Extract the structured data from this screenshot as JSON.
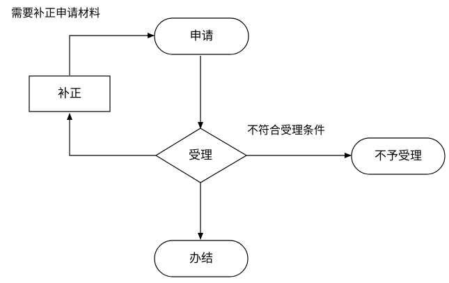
{
  "diagram": {
    "nodes": {
      "apply": {
        "label": "申请",
        "shape": "rounded"
      },
      "supplement": {
        "label": "补正",
        "shape": "rectangle"
      },
      "accept": {
        "label": "受理",
        "shape": "diamond"
      },
      "reject": {
        "label": "不予受理",
        "shape": "rounded"
      },
      "complete": {
        "label": "办结",
        "shape": "rounded"
      }
    },
    "edges": {
      "apply_to_accept": {
        "from": "申请",
        "to": "受理",
        "label": ""
      },
      "accept_to_supplement": {
        "from": "受理",
        "to": "补正",
        "label": ""
      },
      "supplement_to_apply": {
        "from": "补正",
        "to": "申请",
        "label": "需要补正申请材料"
      },
      "accept_to_reject": {
        "from": "受理",
        "to": "不予受理",
        "label": "不符合受理条件"
      },
      "accept_to_complete": {
        "from": "受理",
        "to": "办结",
        "label": ""
      }
    },
    "colors": {
      "stroke": "#000000",
      "fill": "#ffffff",
      "background": "#ffffff"
    }
  }
}
